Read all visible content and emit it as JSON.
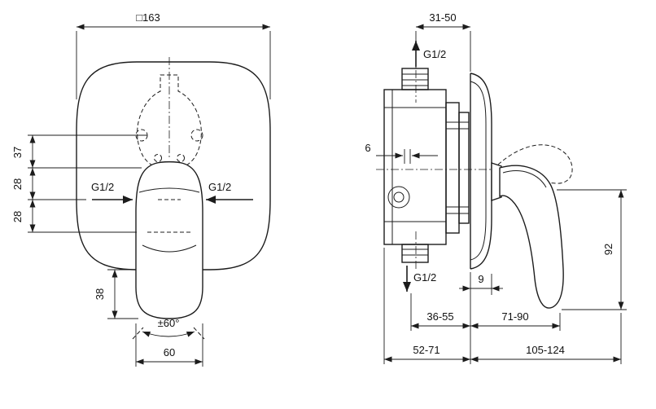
{
  "page": {
    "background": "#ffffff",
    "line_color": "#1c1c1c"
  },
  "front_view": {
    "dims": {
      "plate_width": "□163",
      "v1": "37",
      "v2": "28",
      "v3": "28",
      "inlet_left": "G1/2",
      "inlet_right": "G1/2",
      "handle_drop": "38",
      "swing": "±60°",
      "handle_width": "60"
    }
  },
  "side_view": {
    "dims": {
      "rough_in_depth": "31-50",
      "outlet_top": "G1/2",
      "outlet_bottom": "G1/2",
      "gap": "6",
      "plate_clearance": "9",
      "lever_height": "92",
      "span_a": "36-55",
      "span_b": "71-90",
      "span_c": "52-71",
      "span_d": "105-124"
    }
  }
}
